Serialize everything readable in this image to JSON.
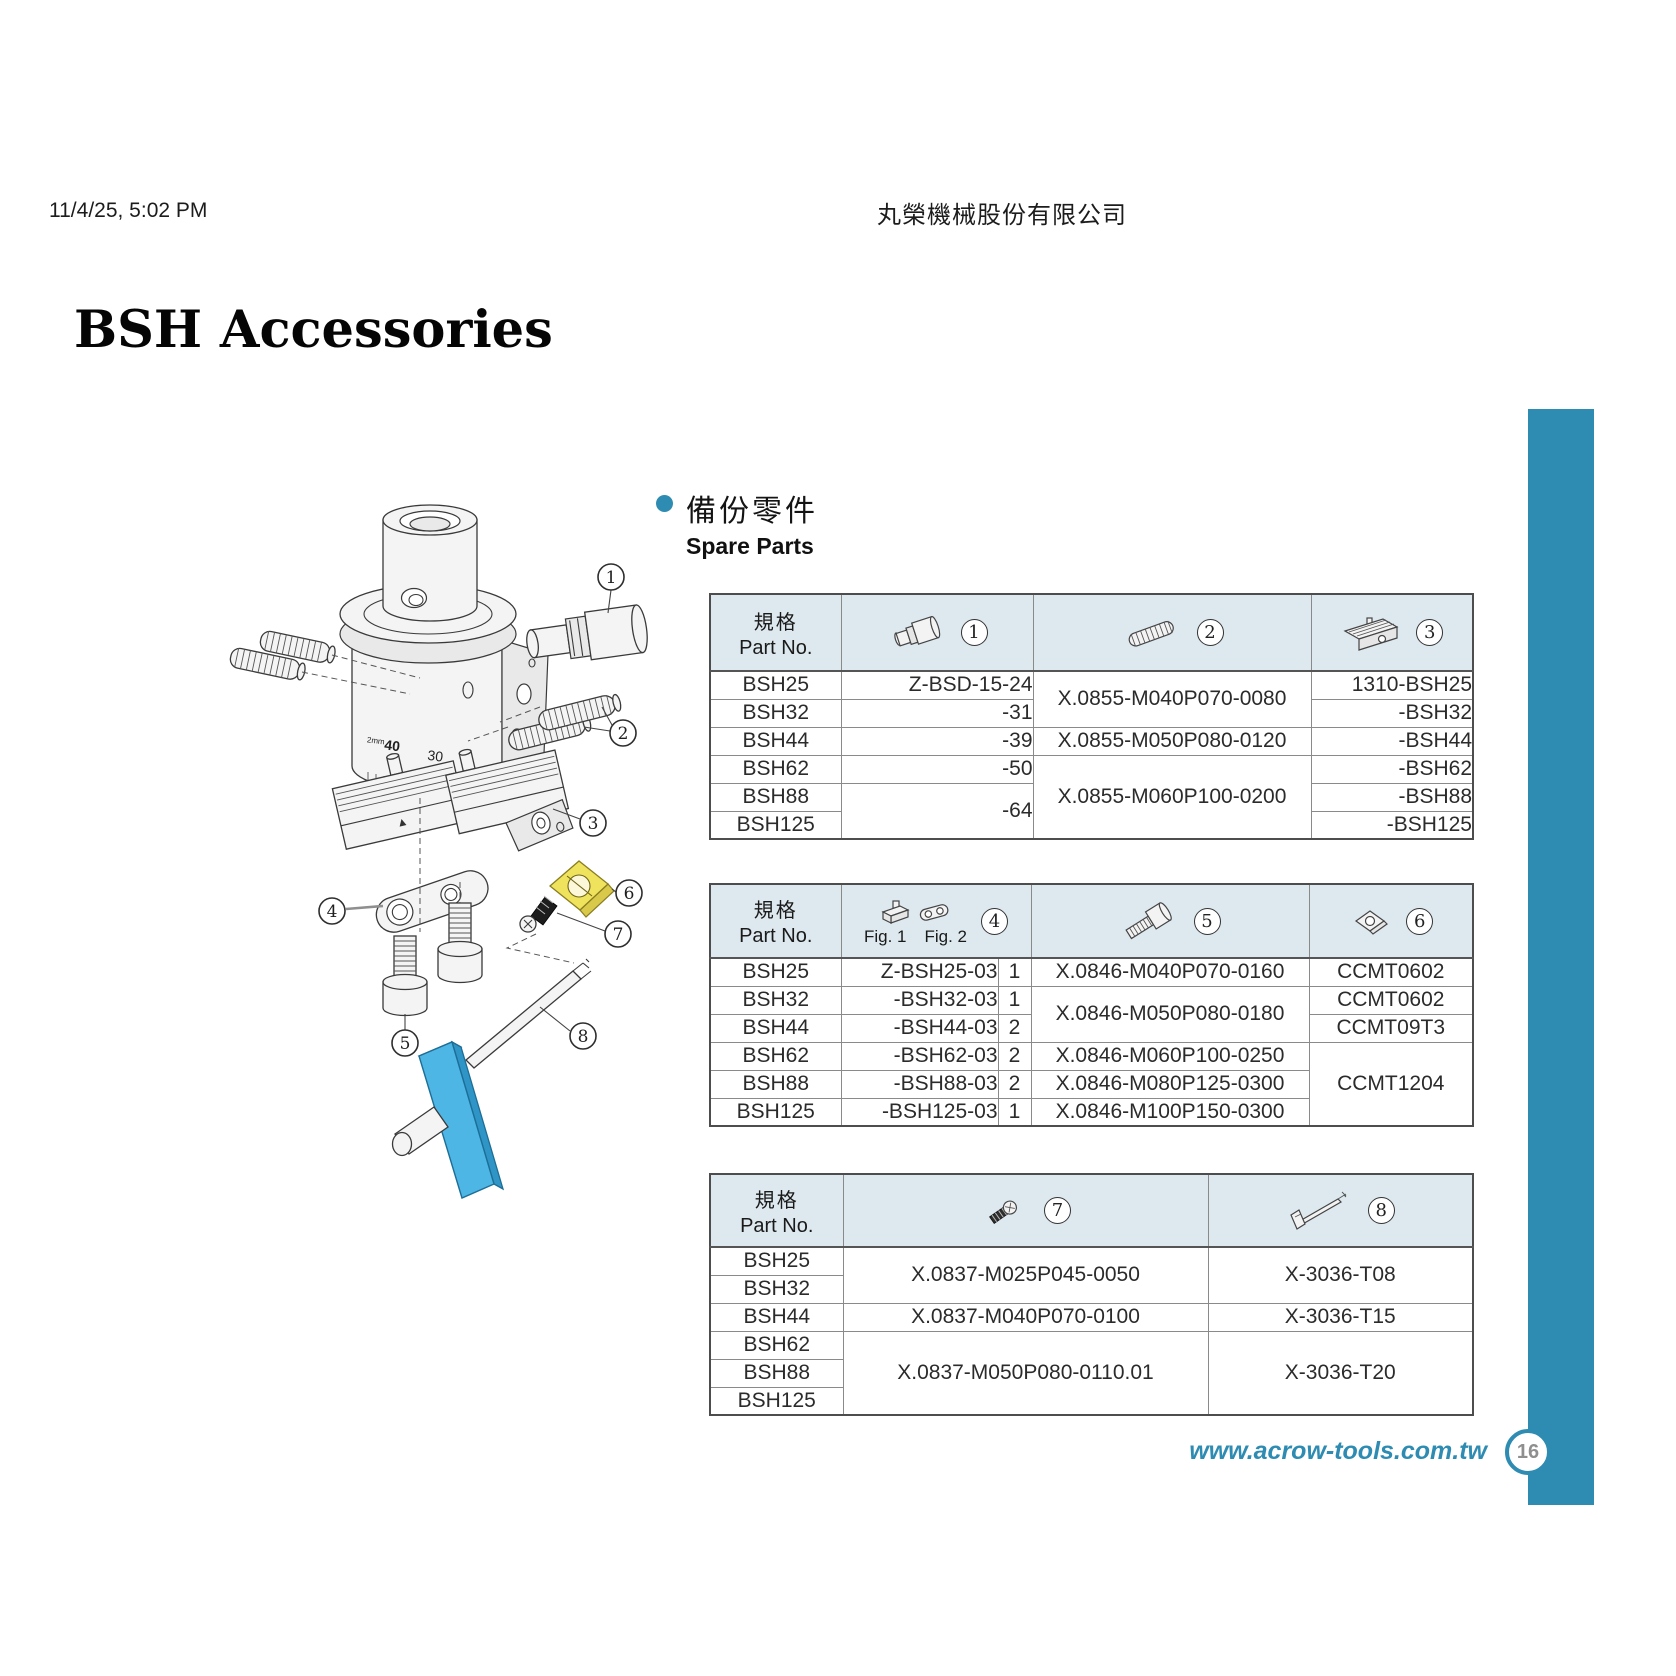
{
  "header": {
    "timestamp": "11/4/25, 5:02 PM",
    "company": "丸榮機械股份有限公司"
  },
  "title": "BSH Accessories",
  "section": {
    "label_zh": "備份零件",
    "label_en": "Spare Parts"
  },
  "col_header": {
    "zh": "規格",
    "en": "Part No."
  },
  "fig_labels": {
    "fig1": "Fig. 1",
    "fig2": "Fig. 2"
  },
  "rows": [
    "BSH25",
    "BSH32",
    "BSH44",
    "BSH62",
    "BSH88",
    "BSH125"
  ],
  "diagram": {
    "callouts": [
      "1",
      "2",
      "3",
      "4",
      "5",
      "6",
      "7",
      "8"
    ],
    "dial": {
      "small": "2mm",
      "a": "40",
      "b": "30"
    }
  },
  "t1": {
    "c1": [
      "Z-BSD-15-24",
      "-31",
      "-39",
      "-50",
      "-64"
    ],
    "c2": [
      "X.0855-M040P070-0080",
      "X.0855-M050P080-0120",
      "X.0855-M060P100-0200"
    ],
    "c3": [
      "1310-BSH25",
      "-BSH32",
      "-BSH44",
      "-BSH62",
      "-BSH88",
      "-BSH125"
    ]
  },
  "t2": {
    "c4": [
      "Z-BSH25-03",
      "-BSH32-03",
      "-BSH44-03",
      "-BSH62-03",
      "-BSH88-03",
      "-BSH125-03"
    ],
    "qty": [
      "1",
      "1",
      "2",
      "2",
      "2",
      "1"
    ],
    "c5": [
      "X.0846-M040P070-0160",
      "X.0846-M050P080-0180",
      "X.0846-M060P100-0250",
      "X.0846-M080P125-0300",
      "X.0846-M100P150-0300"
    ],
    "c6": [
      "CCMT0602",
      "CCMT0602",
      "CCMT09T3",
      "CCMT1204"
    ]
  },
  "t3": {
    "c7": [
      "X.0837-M025P045-0050",
      "X.0837-M040P070-0100",
      "X.0837-M050P080-0110.01"
    ],
    "c8": [
      "X-3036-T08",
      "X-3036-T15",
      "X-3036-T20"
    ]
  },
  "footer": {
    "url": "www.acrow-tools.com.tw",
    "page": "16"
  },
  "colors": {
    "accent": "#2e8cb2",
    "header_bg": "#dde9ef",
    "insert_yellow": "#efe35d",
    "handle_blue": "#4db6e5"
  }
}
